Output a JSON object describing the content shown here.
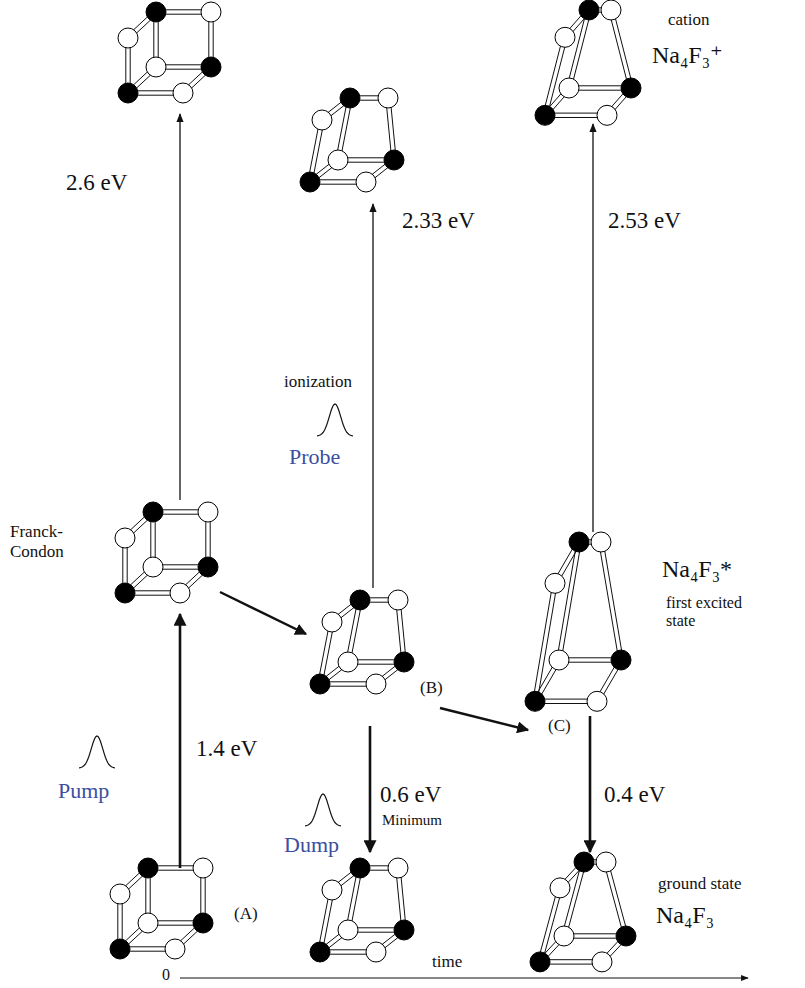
{
  "diagram": {
    "labels": [
      "cation",
      "Na₄F₃⁺",
      "2.6 eV",
      "ionization",
      "Probe",
      "2.33 eV",
      "2.53 eV",
      "Franck-Condon",
      "Na₄F₃*",
      "first excited state",
      "(B)",
      "(C)",
      "1.4 eV",
      "Pump",
      "Dump",
      "0.6 eV",
      "Minimum",
      "0.4 eV",
      "(A)",
      "ground state",
      "Na₄F₃",
      "0",
      "time"
    ]
  }
}
